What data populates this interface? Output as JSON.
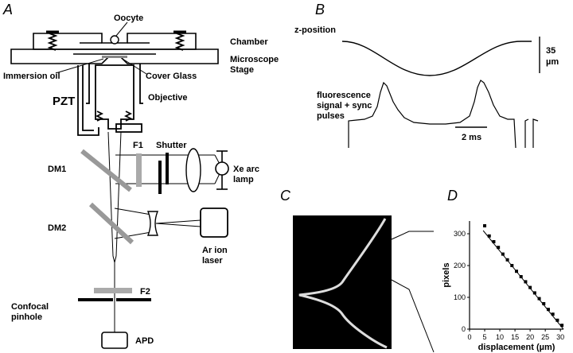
{
  "panels": {
    "a": "A",
    "b": "B",
    "c": "C",
    "d": "D"
  },
  "panel_a": {
    "oocyte": "Oocyte",
    "chamber": "Chamber",
    "microscope_line1": "Microscope",
    "microscope_line2": "Stage",
    "immersion_oil": "Immersion oil",
    "cover_glass": "Cover Glass",
    "pzt": "PZT",
    "objective": "Objective",
    "shutter": "Shutter",
    "f1": "F1",
    "dm1": "DM1",
    "dm2": "DM2",
    "xe_line1": "Xe arc",
    "xe_line2": "lamp",
    "ar_line1": "Ar ion",
    "ar_line2": "laser",
    "f2": "F2",
    "confocal_line1": "Confocal",
    "confocal_line2": "pinhole",
    "apd": "APD"
  },
  "panel_b": {
    "zpos": "z-position",
    "scale_35": "35",
    "scale_um": "µm",
    "fluor_line1": "fluorescence",
    "fluor_line2": "signal + sync",
    "fluor_line3": "pulses",
    "time_scale": "2 ms"
  },
  "chart_data": {
    "type": "scatter",
    "xlabel": "displacement (µm)",
    "ylabel": "pixels",
    "xlim": [
      0,
      31
    ],
    "ylim": [
      0,
      340
    ],
    "x_ticks": [
      0,
      5,
      10,
      15,
      20,
      25,
      30
    ],
    "y_ticks": [
      0,
      100,
      200,
      300
    ],
    "x": [
      5,
      6.5,
      8,
      9.5,
      11,
      12.5,
      14,
      15.5,
      17,
      18.5,
      20,
      21.5,
      23,
      24.5,
      26,
      27.5,
      29,
      30.5
    ],
    "y": [
      325,
      293,
      275,
      257,
      236,
      218,
      200,
      182,
      165,
      149,
      131,
      114,
      96,
      80,
      62,
      47,
      28,
      12
    ],
    "fit_line": {
      "x": [
        4.5,
        31
      ],
      "y": [
        310,
        0
      ]
    }
  }
}
